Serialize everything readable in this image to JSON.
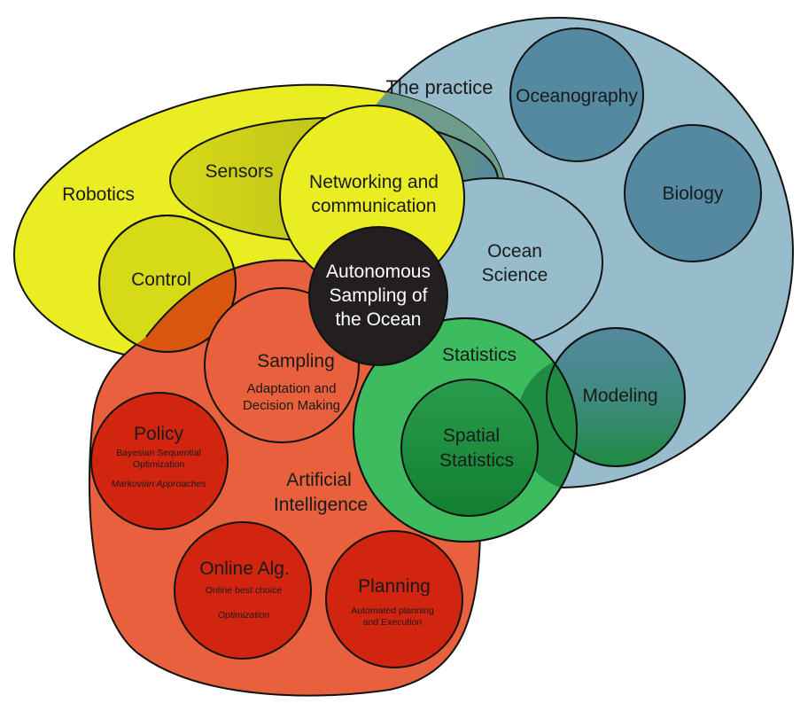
{
  "diagram": {
    "practice": {
      "label": "The practice"
    },
    "oceanography": {
      "label": "Oceanography"
    },
    "biology": {
      "label": "Biology"
    },
    "ocean_science": {
      "line1": "Ocean",
      "line2": "Science"
    },
    "modeling": {
      "label": "Modeling"
    },
    "robotics": {
      "label": "Robotics"
    },
    "sensors": {
      "label": "Sensors"
    },
    "control": {
      "label": "Control"
    },
    "networking": {
      "line1": "Networking and",
      "line2": "communication"
    },
    "center": {
      "line1": "Autonomous",
      "line2": "Sampling of",
      "line3": "the Ocean"
    },
    "sampling": {
      "title": "Sampling",
      "line1": "Adaptation and",
      "line2": "Decision Making"
    },
    "statistics": {
      "label": "Statistics"
    },
    "spatial_statistics": {
      "line1": "Spatial",
      "line2": "Statistics"
    },
    "ai": {
      "line1": "Artificial",
      "line2": "Intelligence"
    },
    "policy": {
      "title": "Policy",
      "line1": "Bayesian Sequential",
      "line2": "Optimization",
      "line3": "Markovian Approaches"
    },
    "online_alg": {
      "title": "Online Alg.",
      "line1": "Online best choice",
      "line2": "Optimization"
    },
    "planning": {
      "title": "Planning",
      "line1": "Automated planning",
      "line2": "and Execution"
    }
  },
  "colors": {
    "practice_fill": "#97bccb",
    "ocean_dark": "#5489a1",
    "robotics_yellow": "#e9ed21",
    "control_fill": "#d6db17",
    "ai_orange": "#e8603c",
    "overlap_orange": "#d8560e",
    "red_circle": "#d12510",
    "statistics_green": "#3dbb5f",
    "spatial_green": "#1e8c3f",
    "center_black": "#231f20"
  }
}
